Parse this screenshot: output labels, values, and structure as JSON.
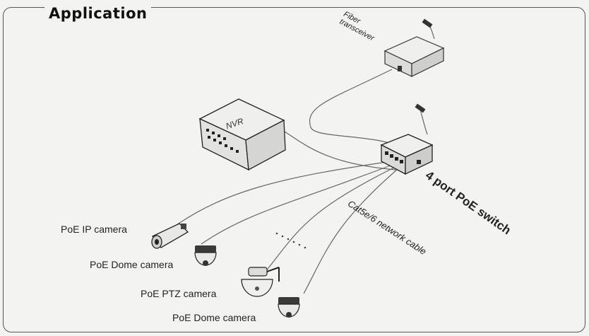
{
  "diagram": {
    "title": "Application",
    "devices": {
      "fiber_transceiver": "Fiber\ntransceiver",
      "nvr": "NVR",
      "poe_switch": "4 port PoE switch",
      "cable": "Cat5e/6 network cable",
      "ip_camera": "PoE IP camera",
      "dome_camera_1": "PoE Dome camera",
      "ptz_camera": "PoE PTZ camera",
      "dome_camera_2": "PoE Dome camera"
    },
    "colors": {
      "background": "#f3f3f1",
      "line": "#555555",
      "device_fill": "#e8e8e6",
      "device_dark": "#2a2a2a"
    }
  }
}
